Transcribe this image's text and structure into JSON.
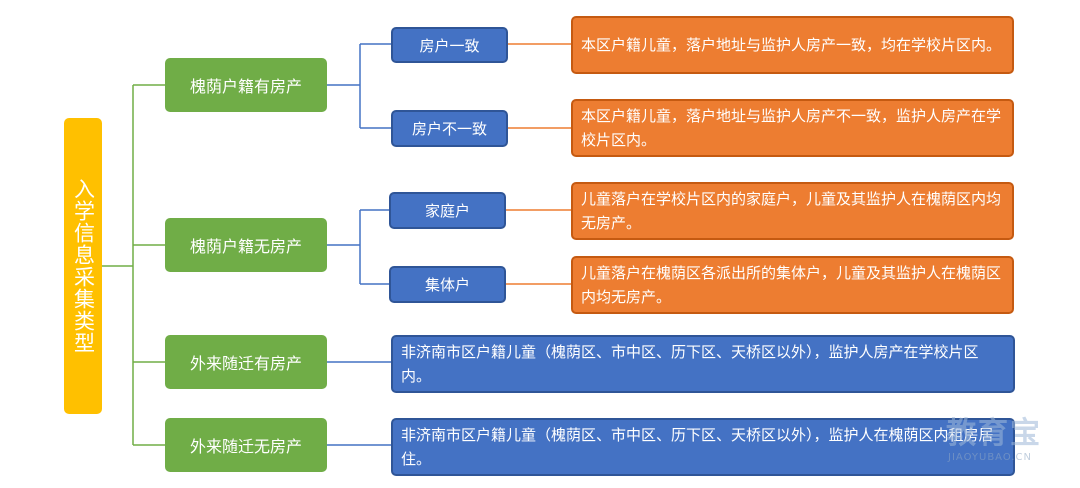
{
  "root": {
    "label": "入学信息采集类型"
  },
  "categories": [
    {
      "label": "槐荫户籍有房产"
    },
    {
      "label": "槐荫户籍无房产"
    },
    {
      "label": "外来随迁有房产"
    },
    {
      "label": "外来随迁无房产"
    }
  ],
  "subtypes": [
    {
      "label": "房户一致",
      "desc": "本区户籍儿童，落户地址与监护人房产一致，均在学校片区内。"
    },
    {
      "label": "房户不一致",
      "desc": "本区户籍儿童，落户地址与监护人房产不一致，监护人房产在学校片区内。"
    },
    {
      "label": "家庭户",
      "desc": "儿童落户在学校片区内的家庭户，儿童及其监护人在槐荫区内均无房产。"
    },
    {
      "label": "集体户",
      "desc": "儿童落户在槐荫区各派出所的集体户，儿童及其监护人在槐荫区内均无房产。"
    }
  ],
  "direct_descs": [
    "非济南市区户籍儿童（槐荫区、市中区、历下区、天桥区以外），监护人房产在学校片区内。",
    "非济南市区户籍儿童（槐荫区、市中区、历下区、天桥区以外），监护人在槐荫区内租房居住。"
  ],
  "watermark": {
    "title": "教育宝",
    "sub": "JIAOYUBAO.CN"
  },
  "colors": {
    "root": "#ffc000",
    "category": "#70ad47",
    "subtype": "#4472c4",
    "desc_orange": "#ed7d31",
    "desc_blue": "#4472c4"
  }
}
